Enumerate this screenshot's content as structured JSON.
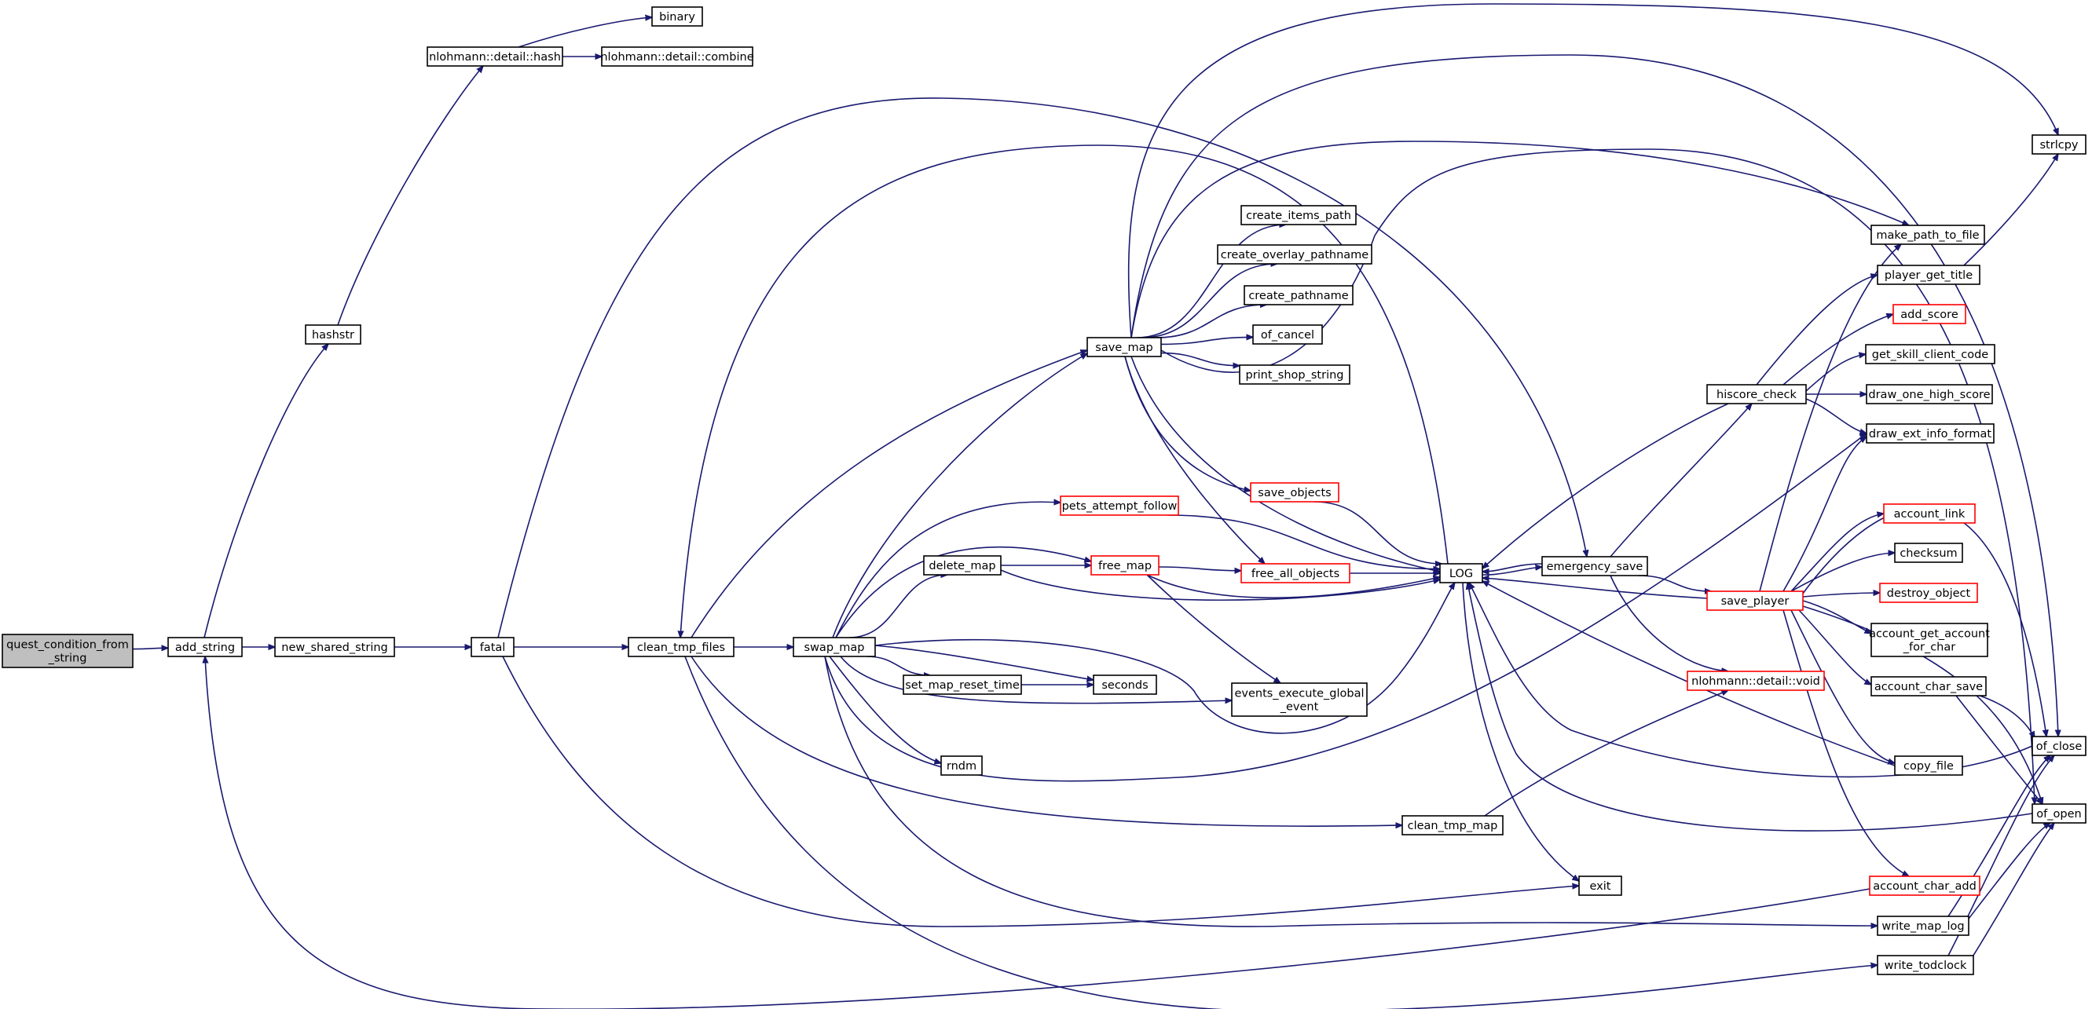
{
  "diagram": {
    "nodes": [
      {
        "id": "quest_condition_from_string",
        "lines": [
          "quest_condition_from",
          "_string"
        ],
        "style": "root"
      },
      {
        "id": "add_string",
        "lines": [
          "add_string"
        ],
        "style": "normal"
      },
      {
        "id": "hashstr",
        "lines": [
          "hashstr"
        ],
        "style": "normal"
      },
      {
        "id": "nlohmann_hash",
        "lines": [
          "nlohmann::detail::hash"
        ],
        "style": "normal"
      },
      {
        "id": "binary",
        "lines": [
          "binary"
        ],
        "style": "normal"
      },
      {
        "id": "nlohmann_combine",
        "lines": [
          "nlohmann::detail::combine"
        ],
        "style": "normal"
      },
      {
        "id": "new_shared_string",
        "lines": [
          "new_shared_string"
        ],
        "style": "normal"
      },
      {
        "id": "fatal",
        "lines": [
          "fatal"
        ],
        "style": "normal"
      },
      {
        "id": "clean_tmp_files",
        "lines": [
          "clean_tmp_files"
        ],
        "style": "normal"
      },
      {
        "id": "swap_map",
        "lines": [
          "swap_map"
        ],
        "style": "normal"
      },
      {
        "id": "save_map",
        "lines": [
          "save_map"
        ],
        "style": "normal"
      },
      {
        "id": "create_items_path",
        "lines": [
          "create_items_path"
        ],
        "style": "normal"
      },
      {
        "id": "create_overlay_pathname",
        "lines": [
          "create_overlay_pathname"
        ],
        "style": "normal"
      },
      {
        "id": "create_pathname",
        "lines": [
          "create_pathname"
        ],
        "style": "normal"
      },
      {
        "id": "of_cancel",
        "lines": [
          "of_cancel"
        ],
        "style": "normal"
      },
      {
        "id": "print_shop_string",
        "lines": [
          "print_shop_string"
        ],
        "style": "normal"
      },
      {
        "id": "save_objects",
        "lines": [
          "save_objects"
        ],
        "style": "red"
      },
      {
        "id": "pets_attempt_follow",
        "lines": [
          "pets_attempt_follow"
        ],
        "style": "red"
      },
      {
        "id": "delete_map",
        "lines": [
          "delete_map"
        ],
        "style": "normal"
      },
      {
        "id": "free_map",
        "lines": [
          "free_map"
        ],
        "style": "red"
      },
      {
        "id": "free_all_objects",
        "lines": [
          "free_all_objects"
        ],
        "style": "red"
      },
      {
        "id": "set_map_reset_time",
        "lines": [
          "set_map_reset_time"
        ],
        "style": "normal"
      },
      {
        "id": "seconds",
        "lines": [
          "seconds"
        ],
        "style": "normal"
      },
      {
        "id": "events_execute_global_event",
        "lines": [
          "events_execute_global",
          "_event"
        ],
        "style": "normal"
      },
      {
        "id": "rndm",
        "lines": [
          "rndm"
        ],
        "style": "normal"
      },
      {
        "id": "LOG",
        "lines": [
          "LOG"
        ],
        "style": "normal"
      },
      {
        "id": "emergency_save",
        "lines": [
          "emergency_save"
        ],
        "style": "normal"
      },
      {
        "id": "clean_tmp_map",
        "lines": [
          "clean_tmp_map"
        ],
        "style": "normal"
      },
      {
        "id": "exit",
        "lines": [
          "exit"
        ],
        "style": "normal"
      },
      {
        "id": "nlohmann_void",
        "lines": [
          "nlohmann::detail::void"
        ],
        "style": "red"
      },
      {
        "id": "hiscore_check",
        "lines": [
          "hiscore_check"
        ],
        "style": "normal"
      },
      {
        "id": "save_player",
        "lines": [
          "save_player"
        ],
        "style": "red"
      },
      {
        "id": "account_char_add",
        "lines": [
          "account_char_add"
        ],
        "style": "red"
      },
      {
        "id": "write_map_log",
        "lines": [
          "write_map_log"
        ],
        "style": "normal"
      },
      {
        "id": "write_todclock",
        "lines": [
          "write_todclock"
        ],
        "style": "normal"
      },
      {
        "id": "make_path_to_file",
        "lines": [
          "make_path_to_file"
        ],
        "style": "normal"
      },
      {
        "id": "player_get_title",
        "lines": [
          "player_get_title"
        ],
        "style": "normal"
      },
      {
        "id": "add_score",
        "lines": [
          "add_score"
        ],
        "style": "red"
      },
      {
        "id": "get_skill_client_code",
        "lines": [
          "get_skill_client_code"
        ],
        "style": "normal"
      },
      {
        "id": "draw_one_high_score",
        "lines": [
          "draw_one_high_score"
        ],
        "style": "normal"
      },
      {
        "id": "draw_ext_info_format",
        "lines": [
          "draw_ext_info_format"
        ],
        "style": "normal"
      },
      {
        "id": "account_link",
        "lines": [
          "account_link"
        ],
        "style": "red"
      },
      {
        "id": "checksum",
        "lines": [
          "checksum"
        ],
        "style": "normal"
      },
      {
        "id": "destroy_object",
        "lines": [
          "destroy_object"
        ],
        "style": "red"
      },
      {
        "id": "account_get_account_for_char",
        "lines": [
          "account_get_account",
          "_for_char"
        ],
        "style": "normal"
      },
      {
        "id": "account_char_save",
        "lines": [
          "account_char_save"
        ],
        "style": "normal"
      },
      {
        "id": "copy_file",
        "lines": [
          "copy_file"
        ],
        "style": "normal"
      },
      {
        "id": "strlcpy",
        "lines": [
          "strlcpy"
        ],
        "style": "normal"
      },
      {
        "id": "of_close",
        "lines": [
          "of_close"
        ],
        "style": "normal"
      },
      {
        "id": "of_open",
        "lines": [
          "of_open"
        ],
        "style": "normal"
      }
    ],
    "edges": [
      [
        "quest_condition_from_string",
        "add_string"
      ],
      [
        "add_string",
        "hashstr"
      ],
      [
        "add_string",
        "new_shared_string"
      ],
      [
        "hashstr",
        "nlohmann_hash"
      ],
      [
        "nlohmann_hash",
        "binary"
      ],
      [
        "nlohmann_hash",
        "nlohmann_combine"
      ],
      [
        "new_shared_string",
        "fatal"
      ],
      [
        "fatal",
        "clean_tmp_files"
      ],
      [
        "fatal",
        "emergency_save"
      ],
      [
        "fatal",
        "exit"
      ],
      [
        "clean_tmp_files",
        "swap_map"
      ],
      [
        "clean_tmp_files",
        "save_map"
      ],
      [
        "clean_tmp_files",
        "clean_tmp_map"
      ],
      [
        "clean_tmp_files",
        "write_todclock"
      ],
      [
        "swap_map",
        "save_map"
      ],
      [
        "swap_map",
        "pets_attempt_follow"
      ],
      [
        "swap_map",
        "free_map"
      ],
      [
        "swap_map",
        "delete_map"
      ],
      [
        "swap_map",
        "set_map_reset_time"
      ],
      [
        "swap_map",
        "seconds"
      ],
      [
        "swap_map",
        "events_execute_global_event"
      ],
      [
        "swap_map",
        "rndm"
      ],
      [
        "swap_map",
        "LOG"
      ],
      [
        "swap_map",
        "draw_ext_info_format"
      ],
      [
        "swap_map",
        "write_map_log"
      ],
      [
        "save_map",
        "create_items_path"
      ],
      [
        "save_map",
        "create_overlay_pathname"
      ],
      [
        "save_map",
        "create_pathname"
      ],
      [
        "save_map",
        "of_cancel"
      ],
      [
        "save_map",
        "print_shop_string"
      ],
      [
        "save_map",
        "save_objects"
      ],
      [
        "save_map",
        "free_all_objects"
      ],
      [
        "save_map",
        "LOG"
      ],
      [
        "save_map",
        "make_path_to_file"
      ],
      [
        "save_map",
        "strlcpy"
      ],
      [
        "save_map",
        "of_close"
      ],
      [
        "save_map",
        "of_open"
      ],
      [
        "save_objects",
        "LOG"
      ],
      [
        "pets_attempt_follow",
        "LOG"
      ],
      [
        "delete_map",
        "free_map"
      ],
      [
        "delete_map",
        "LOG"
      ],
      [
        "free_map",
        "free_all_objects"
      ],
      [
        "free_map",
        "LOG"
      ],
      [
        "free_map",
        "events_execute_global_event"
      ],
      [
        "free_all_objects",
        "LOG"
      ],
      [
        "set_map_reset_time",
        "seconds"
      ],
      [
        "LOG",
        "clean_tmp_files"
      ],
      [
        "LOG",
        "emergency_save"
      ],
      [
        "LOG",
        "exit"
      ],
      [
        "emergency_save",
        "LOG"
      ],
      [
        "emergency_save",
        "hiscore_check"
      ],
      [
        "emergency_save",
        "save_player"
      ],
      [
        "emergency_save",
        "nlohmann_void"
      ],
      [
        "clean_tmp_map",
        "nlohmann_void"
      ],
      [
        "hiscore_check",
        "LOG"
      ],
      [
        "hiscore_check",
        "player_get_title"
      ],
      [
        "hiscore_check",
        "add_score"
      ],
      [
        "hiscore_check",
        "get_skill_client_code"
      ],
      [
        "hiscore_check",
        "draw_one_high_score"
      ],
      [
        "hiscore_check",
        "draw_ext_info_format"
      ],
      [
        "save_player",
        "LOG"
      ],
      [
        "save_player",
        "make_path_to_file"
      ],
      [
        "save_player",
        "draw_ext_info_format"
      ],
      [
        "save_player",
        "account_link"
      ],
      [
        "save_player",
        "checksum"
      ],
      [
        "save_player",
        "destroy_object"
      ],
      [
        "save_player",
        "account_get_account_for_char"
      ],
      [
        "save_player",
        "account_char_save"
      ],
      [
        "save_player",
        "copy_file"
      ],
      [
        "save_player",
        "account_char_add"
      ],
      [
        "save_player",
        "of_close"
      ],
      [
        "save_player",
        "of_open"
      ],
      [
        "account_char_add",
        "add_string"
      ],
      [
        "account_char_save",
        "of_close"
      ],
      [
        "account_char_save",
        "of_open"
      ],
      [
        "copy_file",
        "LOG"
      ],
      [
        "player_get_title",
        "strlcpy"
      ],
      [
        "write_map_log",
        "of_close"
      ],
      [
        "write_map_log",
        "of_open"
      ],
      [
        "write_todclock",
        "of_close"
      ],
      [
        "write_todclock",
        "of_open"
      ],
      [
        "of_close",
        "LOG"
      ],
      [
        "of_open",
        "LOG"
      ]
    ],
    "colors": {
      "edge": "#191970",
      "box_border": "#000000",
      "red_border": "#ff0000",
      "root_fill": "#bfbfbf",
      "background": "#ffffff"
    }
  }
}
